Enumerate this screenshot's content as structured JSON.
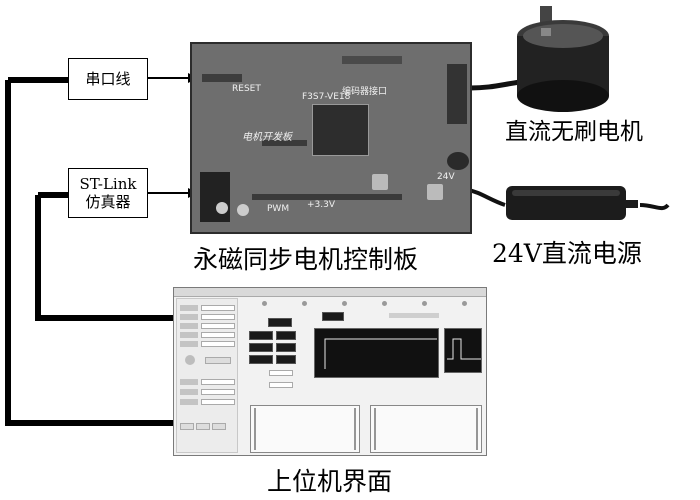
{
  "labels": {
    "serial_cable": "串口线",
    "st_link": "ST-Link",
    "emulator": "仿真器",
    "controller_board": "永磁同步电机控制板",
    "bldc_motor": "直流无刷电机",
    "dc_power": "24V直流电源",
    "host_gui": "上位机界面"
  },
  "board_marks": {
    "board_title": "电机开发板",
    "mcu_label": "F3S7-VE18",
    "voltage_mark": "+3.3V",
    "voltage_24": "24V",
    "reset_label": "RESET",
    "enc_label": "编码器接口",
    "pwm_label": "PWM"
  },
  "colors": {
    "line": "#000000",
    "pcb": "#6e6e6e",
    "background": "#ffffff"
  },
  "icons": {
    "motor": "motor-photo",
    "power_supply": "power-adapter-photo",
    "board": "pcb-photo",
    "gui": "software-screenshot"
  }
}
